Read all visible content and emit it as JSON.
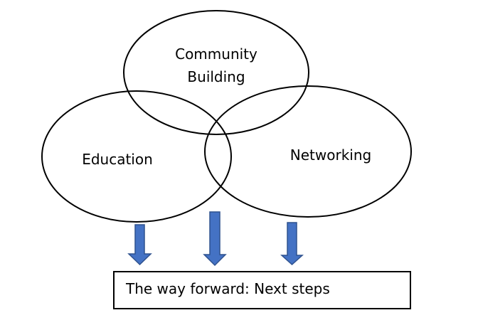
{
  "circles": {
    "community": [
      "Community",
      "Building"
    ],
    "education": "Education",
    "networking": "Networking"
  },
  "next_steps": "The way forward: Next steps",
  "colors": {
    "arrow_fill": "#4472C4",
    "arrow_stroke": "#2F528F",
    "outline": "#000000"
  }
}
